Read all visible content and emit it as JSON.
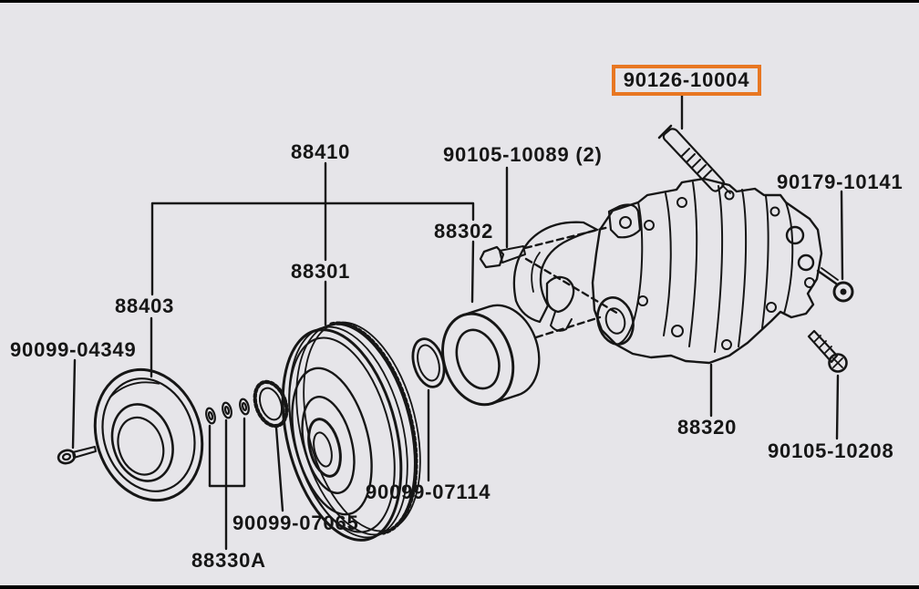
{
  "diagram": {
    "type": "exploded-parts-diagram",
    "subject": "A/C compressor and magnet clutch assembly",
    "background_color": "#e6e5e9",
    "line_color": "#161616",
    "highlight_color": "#e87722",
    "highlighted_part": "90126-10004"
  },
  "labels": [
    {
      "id": "90126-10004",
      "text": "90126-10004",
      "highlighted": true
    },
    {
      "id": "88410",
      "text": "88410"
    },
    {
      "id": "90105-10089",
      "text": "90105-10089 (2)"
    },
    {
      "id": "88302",
      "text": "88302"
    },
    {
      "id": "88301",
      "text": "88301"
    },
    {
      "id": "88403",
      "text": "88403"
    },
    {
      "id": "90099-04349",
      "text": "90099-04349"
    },
    {
      "id": "90179-10141",
      "text": "90179-10141"
    },
    {
      "id": "88320",
      "text": "88320"
    },
    {
      "id": "90105-10208",
      "text": "90105-10208"
    },
    {
      "id": "90099-07114",
      "text": "90099-07114"
    },
    {
      "id": "90099-07065",
      "text": "90099-07065"
    },
    {
      "id": "88330A",
      "text": "88330A"
    }
  ]
}
